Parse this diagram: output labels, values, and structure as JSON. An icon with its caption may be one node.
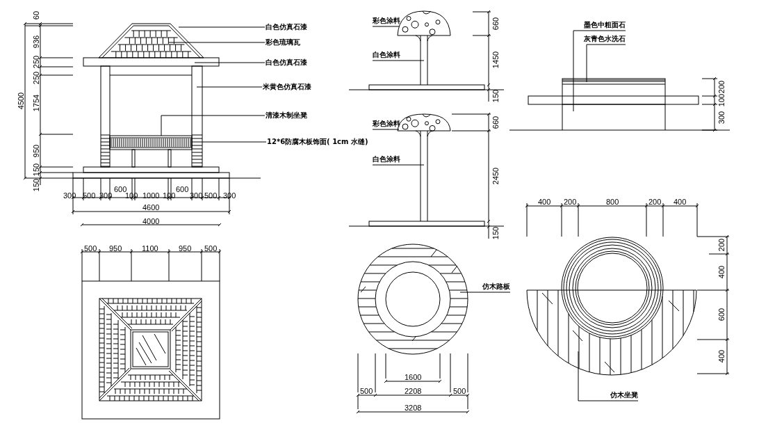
{
  "diagram": {
    "nodes": [
      {
        "text": [
          "白色仿真石漆"
        ]
      },
      {
        "text": [
          "彩色琉璃瓦"
        ]
      },
      {
        "text": [
          "白色仿真石漆"
        ]
      },
      {
        "text": [
          "米黄色仿真石漆"
        ]
      },
      {
        "text": [
          "清漆木制坐凳"
        ]
      },
      {
        "text": [
          "12*6防腐木板饰面( 1cm 水缝)"
        ]
      },
      {
        "text": [
          "彩色涂料"
        ]
      },
      {
        "text": [
          "白色涂料"
        ]
      },
      {
        "text": [
          "彩色涂料"
        ]
      },
      {
        "text": [
          "白色涂料"
        ]
      },
      {
        "text": [
          "墨色中粗面石"
        ]
      },
      {
        "text": [
          "灰青色水洗石"
        ]
      },
      {
        "text": [
          "仿木路板"
        ]
      },
      {
        "text": [
          "仿木坐凳"
        ]
      }
    ],
    "edges": [
      {
        "from": 0,
        "to": null,
        "arrow": "none"
      },
      {
        "from": 1,
        "to": null,
        "arrow": "none"
      },
      {
        "from": 2,
        "to": null,
        "arrow": "none"
      },
      {
        "from": 3,
        "to": null,
        "arrow": "none"
      },
      {
        "from": 4,
        "to": null,
        "arrow": "none"
      },
      {
        "from": 5,
        "to": null,
        "arrow": "none"
      },
      {
        "from": 6,
        "to": null,
        "arrow": "none"
      },
      {
        "from": 7,
        "to": null,
        "arrow": "none"
      },
      {
        "from": 8,
        "to": null,
        "arrow": "none"
      },
      {
        "from": 9,
        "to": null,
        "arrow": "none"
      },
      {
        "from": 10,
        "to": null,
        "arrow": "none"
      },
      {
        "from": 11,
        "to": null,
        "arrow": "none"
      },
      {
        "from": 12,
        "to": null,
        "arrow": "none"
      },
      {
        "from": 13,
        "to": null,
        "arrow": "none"
      }
    ],
    "labels": [
      "60",
      "936",
      "250",
      "250",
      "4500",
      "1754",
      "950",
      "150",
      "150",
      "600",
      "600",
      "300",
      "500",
      "300",
      "100",
      "1000",
      "100",
      "300",
      "500",
      "300",
      "4600",
      "4000",
      "500",
      "950",
      "1100",
      "950",
      "500",
      "660",
      "1450",
      "150",
      "660",
      "2450",
      "150",
      "200",
      "100",
      "300",
      "1600",
      "500",
      "2208",
      "500",
      "3208",
      "400",
      "200",
      "800",
      "200",
      "400",
      "200",
      "400",
      "600",
      "400"
    ]
  }
}
